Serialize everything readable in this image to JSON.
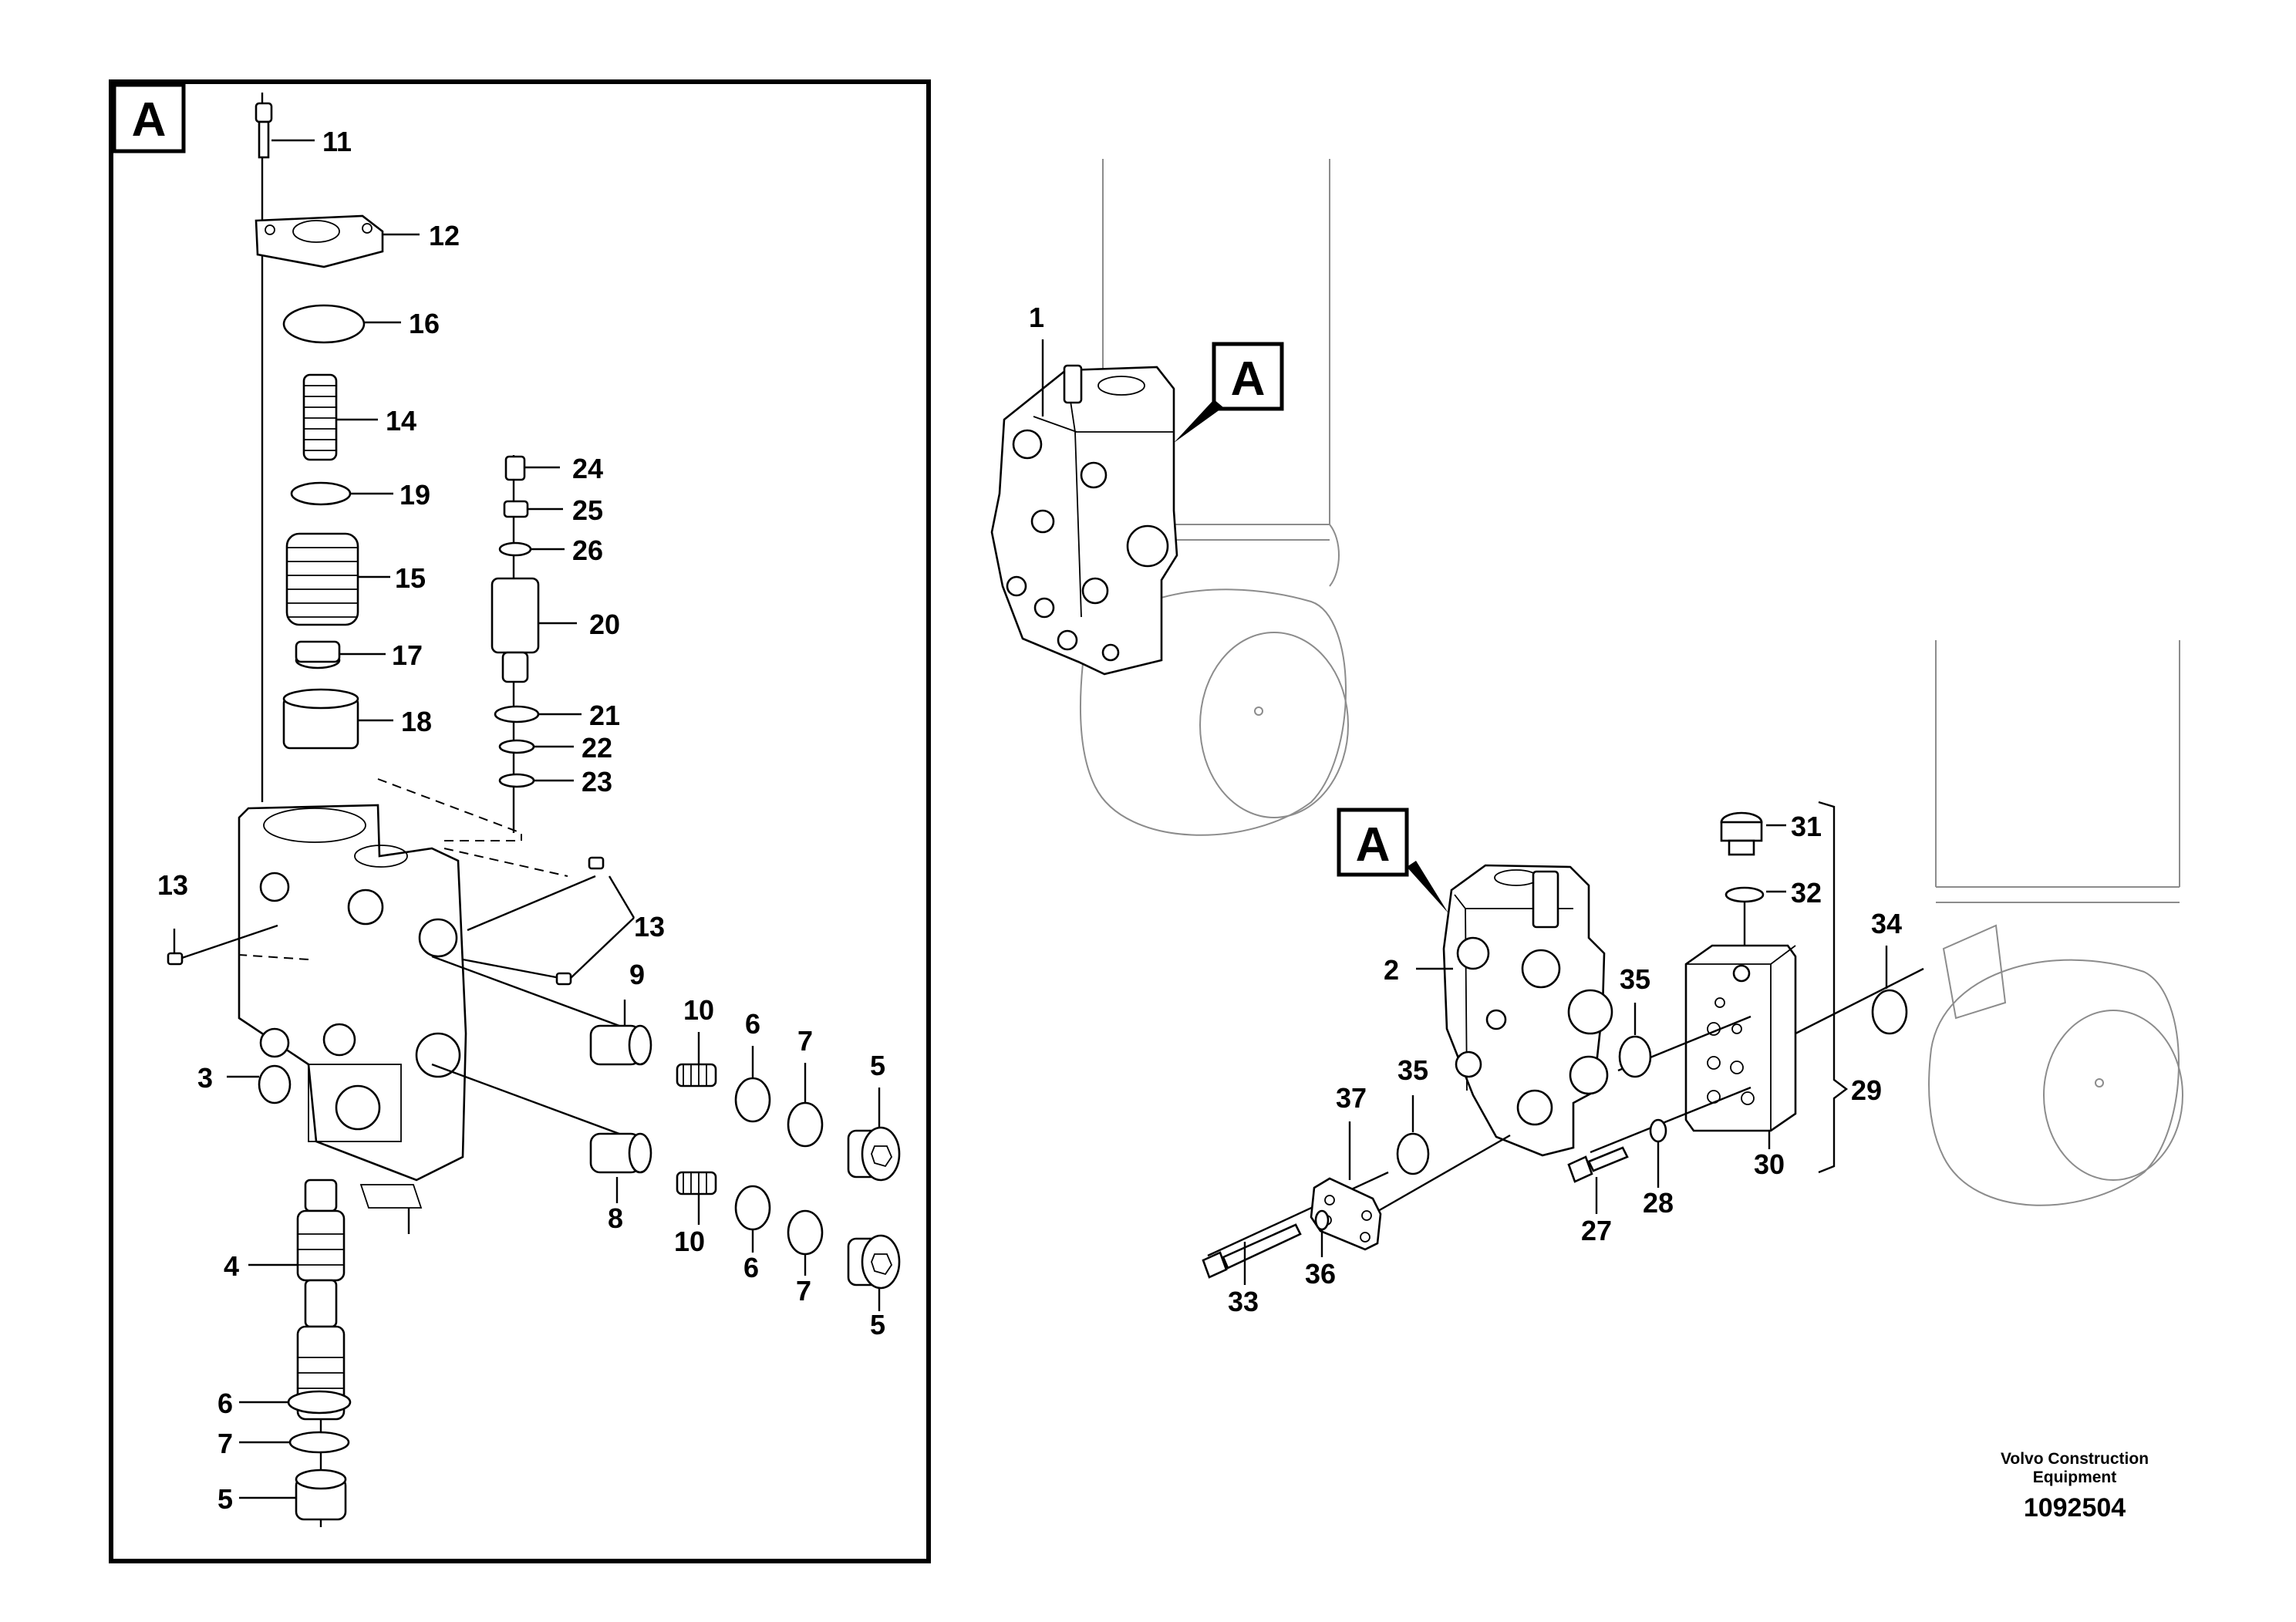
{
  "detail_view": {
    "letter": "A",
    "parts": [
      {
        "id": "p11",
        "label": "11"
      },
      {
        "id": "p12",
        "label": "12"
      },
      {
        "id": "p16",
        "label": "16"
      },
      {
        "id": "p14",
        "label": "14"
      },
      {
        "id": "p19",
        "label": "19"
      },
      {
        "id": "p15",
        "label": "15"
      },
      {
        "id": "p17",
        "label": "17"
      },
      {
        "id": "p18",
        "label": "18"
      },
      {
        "id": "p24",
        "label": "24"
      },
      {
        "id": "p25",
        "label": "25"
      },
      {
        "id": "p26",
        "label": "26"
      },
      {
        "id": "p20",
        "label": "20"
      },
      {
        "id": "p21",
        "label": "21"
      },
      {
        "id": "p22",
        "label": "22"
      },
      {
        "id": "p23",
        "label": "23"
      },
      {
        "id": "p13a",
        "label": "13"
      },
      {
        "id": "p13b",
        "label": "13"
      },
      {
        "id": "p9",
        "label": "9"
      },
      {
        "id": "p10a",
        "label": "10"
      },
      {
        "id": "p6a",
        "label": "6"
      },
      {
        "id": "p7a",
        "label": "7"
      },
      {
        "id": "p5a",
        "label": "5"
      },
      {
        "id": "p3",
        "label": "3"
      },
      {
        "id": "p8",
        "label": "8"
      },
      {
        "id": "p10b",
        "label": "10"
      },
      {
        "id": "p6b",
        "label": "6"
      },
      {
        "id": "p7b",
        "label": "7"
      },
      {
        "id": "p5b",
        "label": "5"
      },
      {
        "id": "p4",
        "label": "4"
      },
      {
        "id": "p6c",
        "label": "6"
      },
      {
        "id": "p7c",
        "label": "7"
      },
      {
        "id": "p5c",
        "label": "5"
      }
    ]
  },
  "overview": {
    "callouts": [
      "A",
      "A"
    ],
    "parts": [
      {
        "id": "p1",
        "label": "1"
      },
      {
        "id": "p2",
        "label": "2"
      },
      {
        "id": "p31",
        "label": "31"
      },
      {
        "id": "p32",
        "label": "32"
      },
      {
        "id": "p35a",
        "label": "35"
      },
      {
        "id": "p34",
        "label": "34"
      },
      {
        "id": "p37",
        "label": "37"
      },
      {
        "id": "p35b",
        "label": "35"
      },
      {
        "id": "p29",
        "label": "29"
      },
      {
        "id": "p30",
        "label": "30"
      },
      {
        "id": "p28",
        "label": "28"
      },
      {
        "id": "p27",
        "label": "27"
      },
      {
        "id": "p36",
        "label": "36"
      },
      {
        "id": "p33",
        "label": "33"
      }
    ]
  },
  "footer": {
    "brand_line1": "Volvo Construction",
    "brand_line2": "Equipment",
    "drawing_number": "1092504"
  }
}
